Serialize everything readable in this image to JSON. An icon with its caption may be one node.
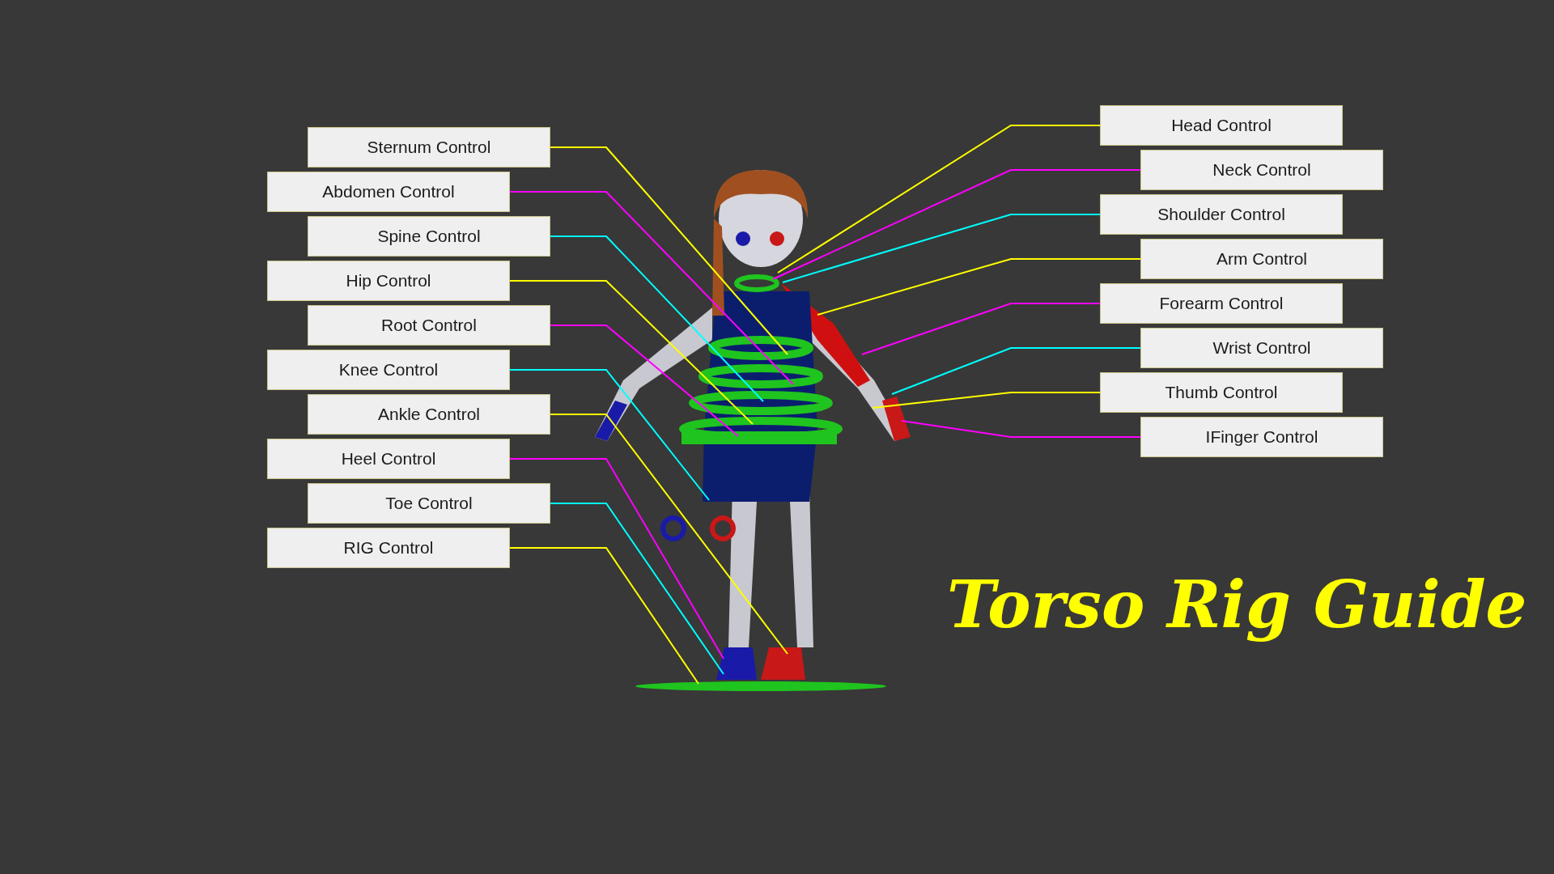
{
  "diagram": {
    "title": "Torso Rig Guide",
    "nodes": [
      {
        "text": [
          "Sternum Control"
        ]
      },
      {
        "text": [
          "Abdomen Control"
        ]
      },
      {
        "text": [
          "Spine Control"
        ]
      },
      {
        "text": [
          "Hip Control"
        ]
      },
      {
        "text": [
          "Root Control"
        ]
      },
      {
        "text": [
          "Knee Control"
        ]
      },
      {
        "text": [
          "Ankle Control"
        ]
      },
      {
        "text": [
          "Heel Control"
        ]
      },
      {
        "text": [
          "Toe Control"
        ]
      },
      {
        "text": [
          "RIG Control"
        ]
      },
      {
        "text": [
          "Head Control"
        ]
      },
      {
        "text": [
          "Neck Control"
        ]
      },
      {
        "text": [
          "Shoulder Control"
        ]
      },
      {
        "text": [
          "Arm Control"
        ]
      },
      {
        "text": [
          "Forearm Control"
        ]
      },
      {
        "text": [
          "Wrist Control"
        ]
      },
      {
        "text": [
          "Thumb Control"
        ]
      },
      {
        "text": [
          "IFinger Control"
        ]
      }
    ],
    "edges": [
      {
        "from": 0,
        "to": null,
        "arrow": "none",
        "color": "#ffff00"
      },
      {
        "from": 1,
        "to": null,
        "arrow": "none",
        "color": "#ff00ff"
      },
      {
        "from": 2,
        "to": null,
        "arrow": "none",
        "color": "#00ffff"
      },
      {
        "from": 3,
        "to": null,
        "arrow": "none",
        "color": "#ffff00"
      },
      {
        "from": 4,
        "to": null,
        "arrow": "none",
        "color": "#ff00ff"
      },
      {
        "from": 5,
        "to": null,
        "arrow": "none",
        "color": "#00ffff"
      },
      {
        "from": 6,
        "to": null,
        "arrow": "none",
        "color": "#ffff00"
      },
      {
        "from": 7,
        "to": null,
        "arrow": "none",
        "color": "#ff00ff"
      },
      {
        "from": 8,
        "to": null,
        "arrow": "none",
        "color": "#00ffff"
      },
      {
        "from": 9,
        "to": null,
        "arrow": "none",
        "color": "#ffff00"
      },
      {
        "from": 10,
        "to": null,
        "arrow": "none",
        "color": "#ffff00"
      },
      {
        "from": 11,
        "to": null,
        "arrow": "none",
        "color": "#ff00ff"
      },
      {
        "from": 12,
        "to": null,
        "arrow": "none",
        "color": "#00ffff"
      },
      {
        "from": 13,
        "to": null,
        "arrow": "none",
        "color": "#ffff00"
      },
      {
        "from": 14,
        "to": null,
        "arrow": "none",
        "color": "#ff00ff"
      },
      {
        "from": 15,
        "to": null,
        "arrow": "none",
        "color": "#00ffff"
      },
      {
        "from": 16,
        "to": null,
        "arrow": "none",
        "color": "#ffff00"
      },
      {
        "from": 17,
        "to": null,
        "arrow": "none",
        "color": "#ff00ff"
      }
    ]
  }
}
